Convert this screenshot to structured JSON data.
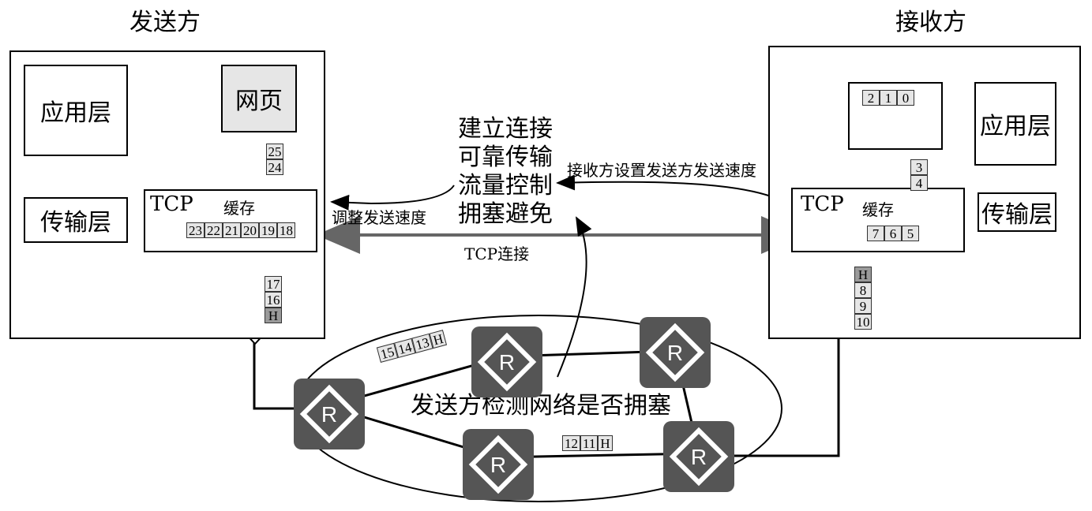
{
  "sender": {
    "title": "发送方",
    "app_layer": "应用层",
    "transport_layer": "传输层",
    "webpage": "网页",
    "tcp_label": "TCP",
    "buffer_label": "缓存",
    "buffer_cells": [
      "23",
      "22",
      "21",
      "20",
      "19",
      "18"
    ],
    "down_cells_top": [
      "25",
      "24"
    ],
    "down_cells_bottom": [
      "17",
      "16",
      "H"
    ]
  },
  "receiver": {
    "title": "接收方",
    "app_layer": "应用层",
    "transport_layer": "传输层",
    "tcp_label": "TCP",
    "buffer_label": "缓存",
    "app_cells": [
      "2",
      "1",
      "0"
    ],
    "buffer_cells": [
      "7",
      "6",
      "5"
    ],
    "up_cells_top": [
      "3",
      "4"
    ],
    "up_cells_bottom": [
      "H",
      "8",
      "9",
      "10"
    ]
  },
  "center": {
    "features": [
      "建立连接",
      "可靠传输",
      "流量控制",
      "拥塞避免"
    ],
    "adjust_speed": "调整发送速度",
    "receiver_sets_speed": "接收方设置发送方发送速度",
    "tcp_connection": "TCP连接",
    "congestion_detect": "发送方检测网络是否拥塞"
  },
  "network": {
    "router_glyph": "R",
    "packet_top": [
      "15",
      "14",
      "13",
      "H"
    ],
    "packet_bottom": [
      "12",
      "11",
      "H"
    ]
  },
  "colors": {
    "router_fill": "#555555",
    "cell_fill": "#e6e6e6",
    "header_cell_fill": "#9a9a9a",
    "arrow_gray": "#666666"
  }
}
